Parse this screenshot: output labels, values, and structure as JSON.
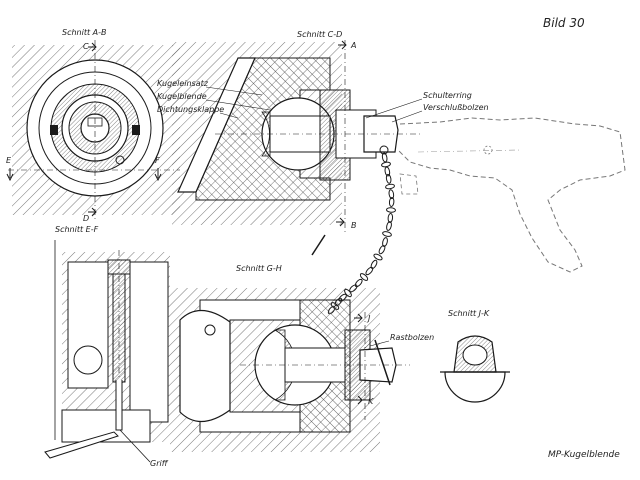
{
  "figure": {
    "number": "Bild 30",
    "caption": "MP-Kugelblende"
  },
  "sections": {
    "a_b": "Schnitt A-B",
    "c_d": "Schnitt C-D",
    "e_f": "Schnitt E-F",
    "g_h": "Schnitt G-H",
    "j_k": "Schnitt J-K"
  },
  "markers": {
    "a": "A",
    "b": "B",
    "c": "C",
    "d": "D",
    "e": "E",
    "f": "F",
    "j": "J",
    "k": "K"
  },
  "parts": {
    "kugeleinsatz": "Kugeleinsatz",
    "kugelblende": "Kugelblende",
    "dichtungsklappe": "Dichtungsklappe",
    "schulterring": "Schulterring",
    "verschlussbolzen": "Verschlußbolzen",
    "rastbolzen": "Rastbolzen",
    "griff": "Griff"
  }
}
